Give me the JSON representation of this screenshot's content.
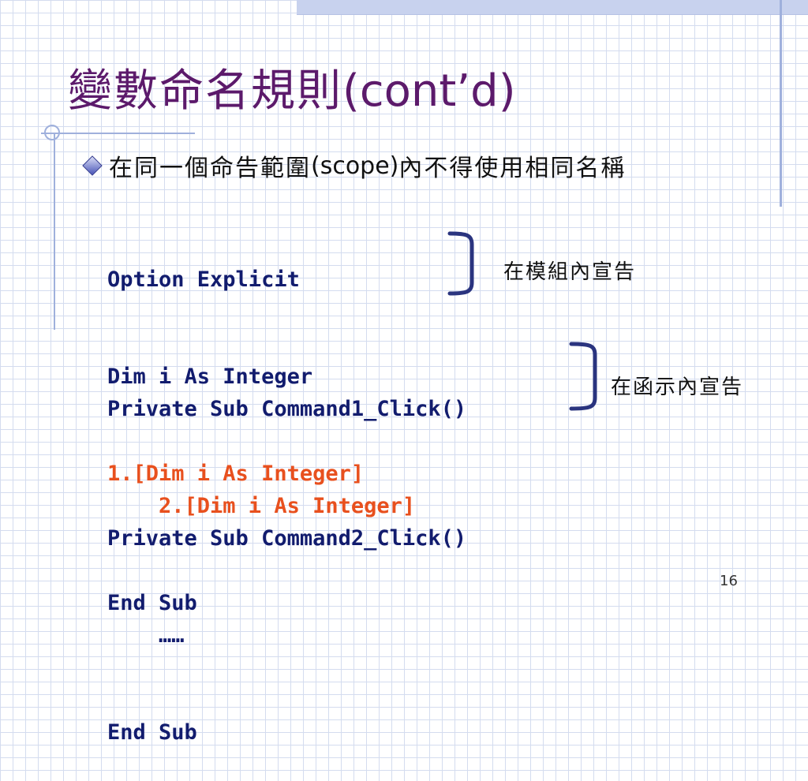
{
  "slide": {
    "title_cjk": "變數命名規則",
    "title_latin": "(cont’d)",
    "bullet": {
      "text_pre": "在同一個命告範圍",
      "text_latin": "(scope)",
      "text_post": "內不得使用相同名稱"
    },
    "code_block_1": [
      {
        "text": "Option Explicit",
        "style": "normal"
      },
      {
        "text": "Dim i As Integer",
        "style": "normal"
      },
      {
        "text": "1.[Dim i As Integer]",
        "style": "red"
      }
    ],
    "code_block_2": [
      {
        "text": "Private Sub Command1_Click()",
        "style": "normal"
      },
      {
        "text": "    2.[Dim i As Integer]",
        "style": "red"
      },
      {
        "text": "End Sub",
        "style": "normal"
      }
    ],
    "code_block_3": [
      {
        "text": "Private Sub Command2_Click()",
        "style": "normal"
      },
      {
        "text": "    ……",
        "style": "normal"
      },
      {
        "text": "End Sub",
        "style": "normal"
      }
    ],
    "annotation_module": "在模組內宣告",
    "annotation_function": "在函示內宣告",
    "page_number": "16"
  },
  "colors": {
    "title": "#5c1a6b",
    "code": "#121c6e",
    "highlight": "#e8501e",
    "brace": "#2a347f"
  }
}
